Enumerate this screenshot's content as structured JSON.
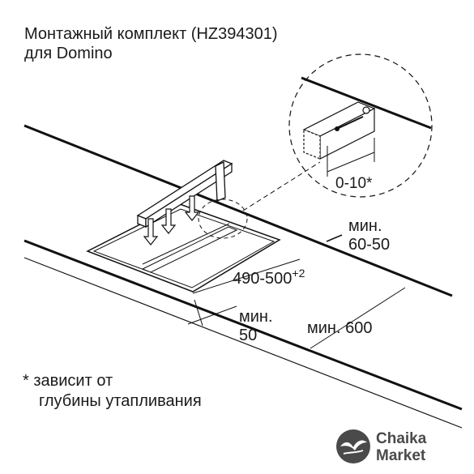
{
  "title": {
    "line1": "Монтажный комплект (HZ394301)",
    "line2": "для Domino"
  },
  "labels": {
    "gap": "0-10*",
    "min_depth_word": "мин.",
    "min_depth_value": "60-50",
    "width_base": "490-500",
    "width_sup": "+2",
    "min_edge_word": "мин.",
    "min_edge_value": "50",
    "min_front": "мин. 600"
  },
  "note": {
    "line1": "* зависит от",
    "line2": "глубины утапливания"
  },
  "logo": {
    "line1": "Chaika",
    "line2": "Market",
    "icon": "seagull-logo-icon"
  },
  "colors": {
    "line": "#111111",
    "text": "#1a1a1a",
    "logo": "#4a4a4a"
  }
}
